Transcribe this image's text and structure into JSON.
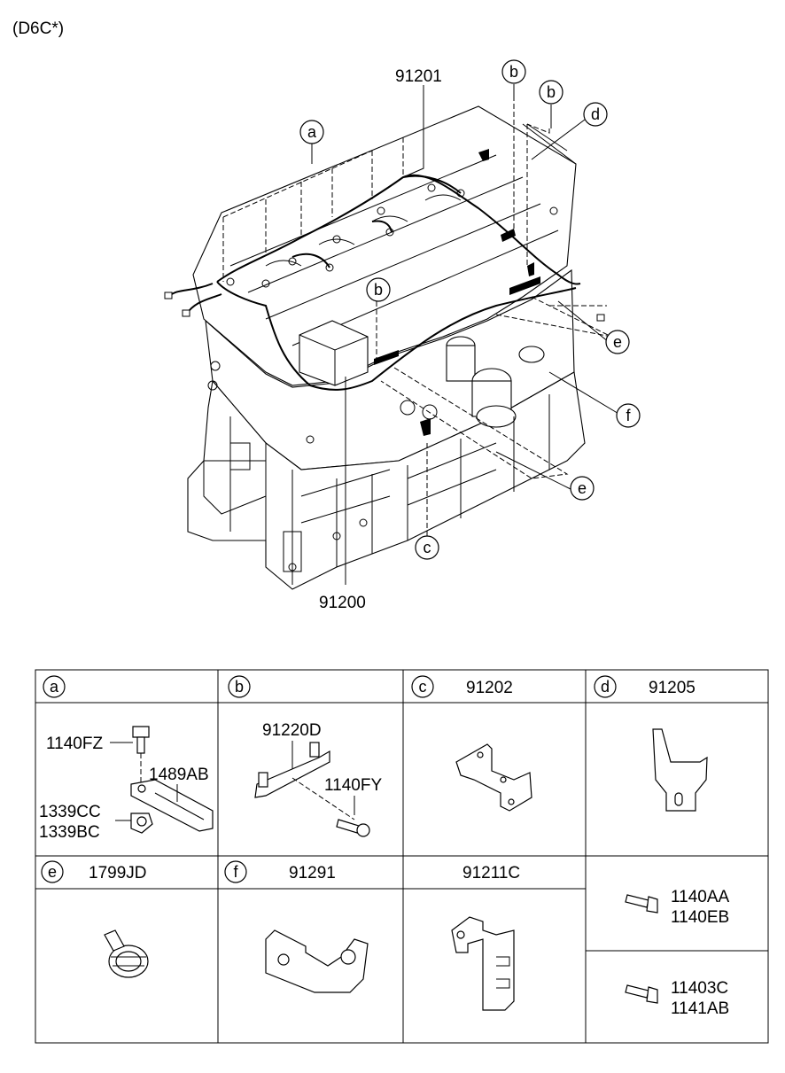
{
  "header": {
    "variant": "(D6C*)"
  },
  "callouts": {
    "a": "a",
    "b": "b",
    "c": "c",
    "d": "d",
    "e": "e",
    "f": "f",
    "main_harness": "91201",
    "sub_harness": "91200"
  },
  "table": {
    "cells": {
      "a": {
        "letter": "a",
        "part": "",
        "items": {
          "bolt": "1140FZ",
          "band": "1489AB",
          "nut1": "1339CC",
          "nut2": "1339BC"
        }
      },
      "b": {
        "letter": "b",
        "part": "",
        "items": {
          "bracket": "91220D",
          "bolt": "1140FY"
        }
      },
      "c": {
        "letter": "c",
        "part": "91202"
      },
      "d": {
        "letter": "d",
        "part": "91205"
      },
      "e": {
        "letter": "e",
        "part": "1799JD"
      },
      "f": {
        "letter": "f",
        "part": "91291"
      },
      "g": {
        "part": "91211C"
      },
      "h": {
        "line1": "1140AA",
        "line2": "1140EB"
      },
      "i": {
        "line1": "11403C",
        "line2": "1141AB"
      }
    }
  }
}
